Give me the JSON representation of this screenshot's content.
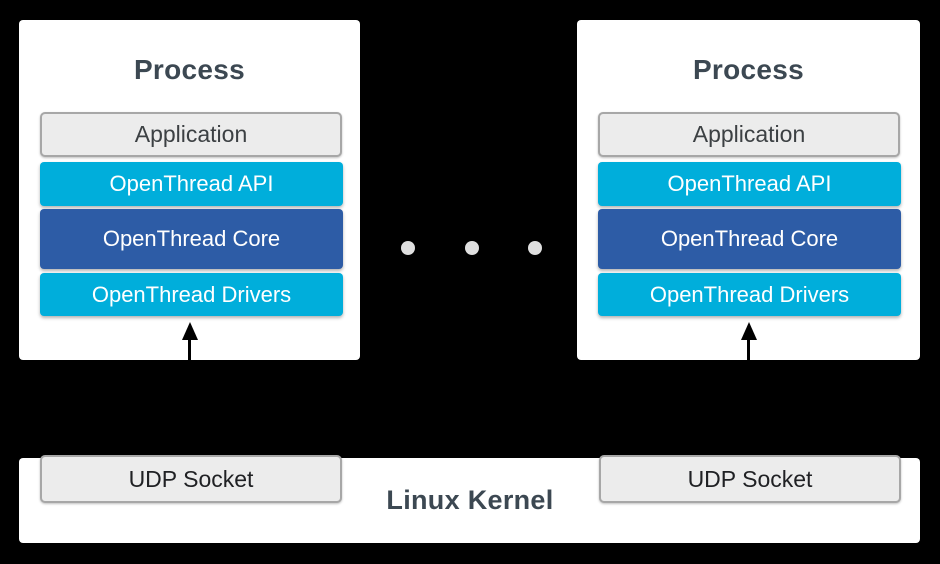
{
  "processes": [
    {
      "title": "Process",
      "layers": {
        "application": "Application",
        "api": "OpenThread API",
        "core": "OpenThread Core",
        "drivers": "OpenThread Drivers"
      }
    },
    {
      "title": "Process",
      "layers": {
        "application": "Application",
        "api": "OpenThread API",
        "core": "OpenThread Core",
        "drivers": "OpenThread Drivers"
      }
    }
  ],
  "separator": {
    "dot_count": 3
  },
  "kernel": {
    "label": "Linux Kernel",
    "sockets": [
      "UDP Socket",
      "UDP Socket"
    ]
  },
  "colors": {
    "background": "#000000",
    "cyan": "#00AEDB",
    "core_blue": "#2D5CA6",
    "panel_white": "#FFFFFF",
    "box_gray": "#ECECEC",
    "box_border_gray": "#A7A7A7",
    "heading_text": "#3C4852",
    "application_text": "#3C4043",
    "socket_text": "#202124",
    "band_text": "#FFFFFF",
    "dot_gray": "#E0E0E0",
    "arrow_black": "#000000"
  }
}
